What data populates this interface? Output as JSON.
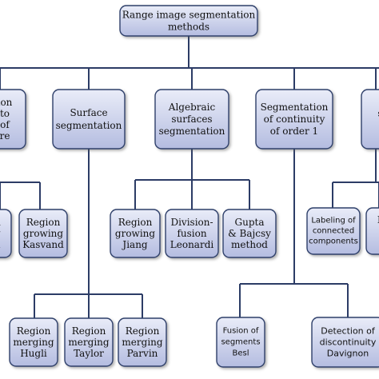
{
  "colors": {
    "box_top": "#e9ecf8",
    "box_bottom": "#b4bce0",
    "stroke": "#2f3f6b",
    "line": "#2c3c66"
  },
  "root": {
    "lines": [
      "Range image segmentation",
      "methods"
    ]
  },
  "level1": [
    {
      "id": "l1a",
      "lines": [
        "ion",
        "to",
        "of",
        "re"
      ]
    },
    {
      "id": "l1b",
      "lines": [
        "Surface",
        "segmentation"
      ]
    },
    {
      "id": "l1c",
      "lines": [
        "Algebraic",
        "surfaces",
        "segmentation"
      ]
    },
    {
      "id": "l1d",
      "lines": [
        "Segmentation",
        "of continuity",
        "of order 1"
      ]
    },
    {
      "id": "l1e",
      "lines": [
        "seg",
        "o"
      ]
    }
  ],
  "level2": [
    {
      "id": "l2a",
      "lines": [
        "n",
        "g",
        "a"
      ]
    },
    {
      "id": "l2b",
      "lines": [
        "Region",
        "growing",
        "Kasvand"
      ]
    },
    {
      "id": "l2c",
      "lines": [
        "Region",
        "growing",
        "Jiang"
      ]
    },
    {
      "id": "l2d",
      "lines": [
        "Division-",
        "fusion",
        "Leonardi"
      ]
    },
    {
      "id": "l2e",
      "lines": [
        "Gupta",
        "& Bajcsy",
        "method"
      ]
    },
    {
      "id": "l2f",
      "lines": [
        "Labeling of",
        "connected",
        "components"
      ]
    },
    {
      "id": "l2g",
      "lines": [
        "M",
        "",
        "B"
      ]
    }
  ],
  "level3": [
    {
      "id": "l3a",
      "lines": [
        "Region",
        "merging",
        "Hugli"
      ]
    },
    {
      "id": "l3b",
      "lines": [
        "Region",
        "merging",
        "Taylor"
      ]
    },
    {
      "id": "l3c",
      "lines": [
        "Region",
        "merging",
        "Parvin"
      ]
    },
    {
      "id": "l3d",
      "lines": [
        "Fusion of",
        "segments",
        "Besl"
      ]
    },
    {
      "id": "l3e",
      "lines": [
        "Detection of",
        "discontinuity",
        "Davignon"
      ]
    }
  ]
}
